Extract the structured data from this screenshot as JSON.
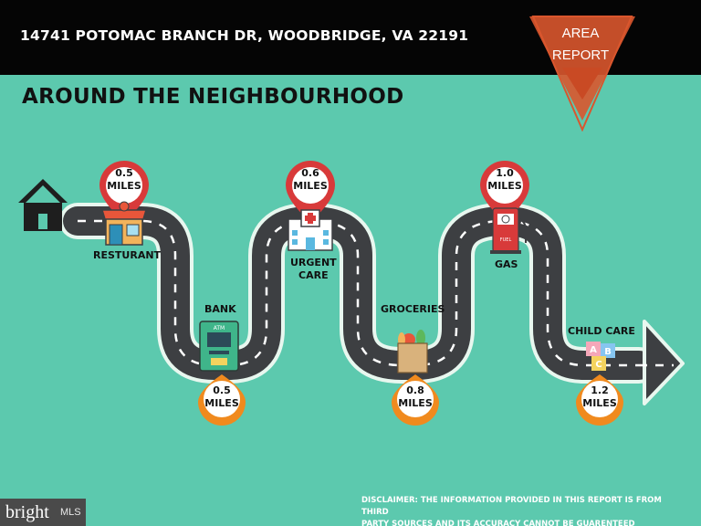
{
  "header": {
    "address": "14741 POTOMAC BRANCH DR, WOODBRIDGE, VA 22191",
    "badge_line1": "AREA",
    "badge_line2": "REPORT"
  },
  "heading": "AROUND THE NEIGHBOURHOOD",
  "stops": [
    {
      "label": "RESTURANT",
      "distance_value": "0.5",
      "distance_unit": "MILES",
      "icon": "restaurant-icon"
    },
    {
      "label": "BANK",
      "distance_value": "0.5",
      "distance_unit": "MILES",
      "icon": "atm-icon"
    },
    {
      "label_line1": "URGENT",
      "label_line2": "CARE",
      "distance_value": "0.6",
      "distance_unit": "MILES",
      "icon": "hospital-icon"
    },
    {
      "label": "GROCERIES",
      "distance_value": "0.8",
      "distance_unit": "MILES",
      "icon": "grocery-bag-icon"
    },
    {
      "label": "GAS",
      "distance_value": "1.0",
      "distance_unit": "MILES",
      "icon": "fuel-pump-icon"
    },
    {
      "label": "CHILD CARE",
      "distance_value": "1.2",
      "distance_unit": "MILES",
      "icon": "abc-blocks-icon"
    }
  ],
  "atm_text": "ATM",
  "fuel_text": "FUEL",
  "blocks": [
    "A",
    "B",
    "C"
  ],
  "footer": {
    "logo": "bright",
    "logo_suffix": "MLS",
    "disclaimer_line1": "DISCLAIMER: THE INFORMATION PROVIDED IN THIS REPORT IS FROM THIRD",
    "disclaimer_line2": "PARTY SOURCES AND ITS ACCURACY CANNOT BE GUARENTEED"
  },
  "colors": {
    "background": "#5cc9ae",
    "header": "#050505",
    "road": "#3d3f42",
    "road_glow": "#e8f7ef",
    "pin_red": "#d83a3a",
    "pin_orange": "#f08a1e",
    "badge": "#d9562e"
  }
}
